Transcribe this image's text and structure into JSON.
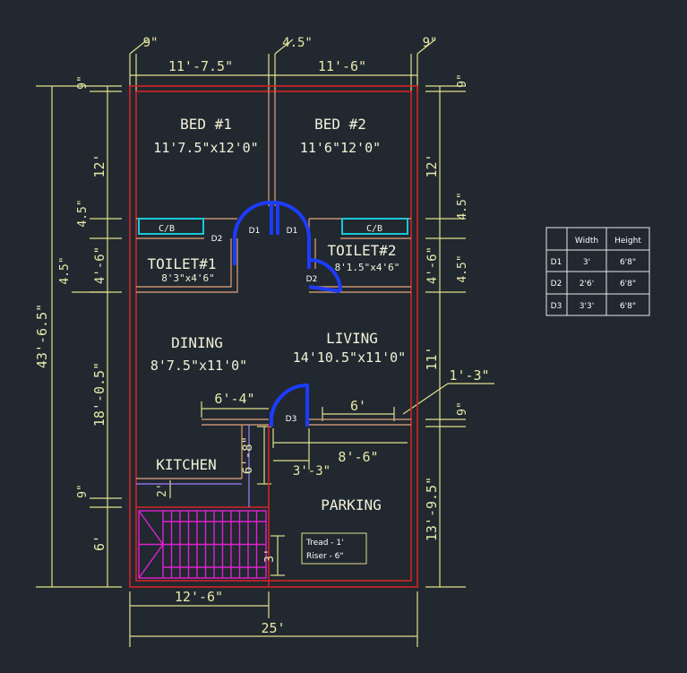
{
  "plan": {
    "rooms": {
      "bed1_name": "BED #1",
      "bed1_size": "11'7.5\"x12'0\"",
      "bed2_name": "BED #2",
      "bed2_size": "11'6\"12'0\"",
      "toilet1_name": "TOILET#1",
      "toilet1_size": "8'3\"x4'6\"",
      "toilet2_name": "TOILET#2",
      "toilet2_size": "8'1.5\"x4'6\"",
      "dining_name": "DINING",
      "dining_size": "8'7.5\"x11'0\"",
      "living_name": "LIVING",
      "living_size": "14'10.5\"x11'0\"",
      "kitchen_name": "KITCHEN",
      "parking_name": "PARKING"
    },
    "cupboard_label": "C/B",
    "door_labels": {
      "d1": "D1",
      "d2": "D2",
      "d3": "D3"
    },
    "dims_top": {
      "left_wall": "9\"",
      "bed1": "11'-7.5\"",
      "mid_wall": "4.5\"",
      "bed2": "11'-6\"",
      "right_wall": "9\""
    },
    "dims_left": {
      "overall": "43'-6.5\"",
      "top_wall": "9\"",
      "bed": "12'",
      "wall_a": "4.5\"",
      "toilet": "4'-6\"",
      "wall_b": "4.5\"",
      "dining": "18'-0.5\"",
      "kitchen_wall": "9\"",
      "stair": "6'"
    },
    "dims_right": {
      "top_wall": "9\"",
      "bed": "12'",
      "wall_a": "4.5\"",
      "toilet": "4'-6\"",
      "wall_b": "4.5\"",
      "living": "11'",
      "wall_c": "9\"",
      "parking": "13'-9.5\"",
      "offset": "1'-3\""
    },
    "dims_inner": {
      "d3_left": "6'-4\"",
      "d3_right": "6'",
      "kitchen_v": "6'-8\"",
      "parking_w": "8'-6\"",
      "d3_w": "3'-3\"",
      "kitchen_small": "2'",
      "stair_small": "3'"
    },
    "dims_bottom": {
      "stair_w": "12'-6\"",
      "overall": "25'"
    },
    "stair_note": {
      "tread": "Tread - 1'",
      "riser": "Riser - 6\""
    }
  },
  "door_table": {
    "headers": [
      "",
      "Width",
      "Height"
    ],
    "rows": [
      [
        "D1",
        "3'",
        "6'8\""
      ],
      [
        "D2",
        "2'6'",
        "6'8\""
      ],
      [
        "D3",
        "3'3'",
        "6'8\""
      ]
    ]
  }
}
